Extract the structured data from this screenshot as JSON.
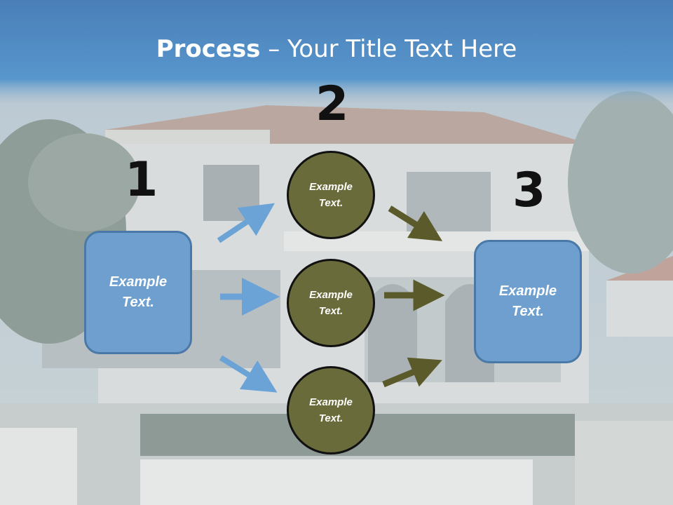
{
  "title": {
    "bold": "Process",
    "rest": " – Your Title Text Here"
  },
  "steps": {
    "one": "1",
    "two": "2",
    "three": "3"
  },
  "nodes": {
    "left": {
      "line1": "Example",
      "line2": "Text."
    },
    "c1": {
      "line1": "Example",
      "line2": "Text."
    },
    "c2": {
      "line1": "Example",
      "line2": "Text."
    },
    "c3": {
      "line1": "Example",
      "line2": "Text."
    },
    "right": {
      "line1": "Example",
      "line2": "Text."
    }
  },
  "colors": {
    "blue_arrow": "#6ba3d6",
    "olive_arrow": "#5b5a2a",
    "header": "#4f8cc4"
  }
}
